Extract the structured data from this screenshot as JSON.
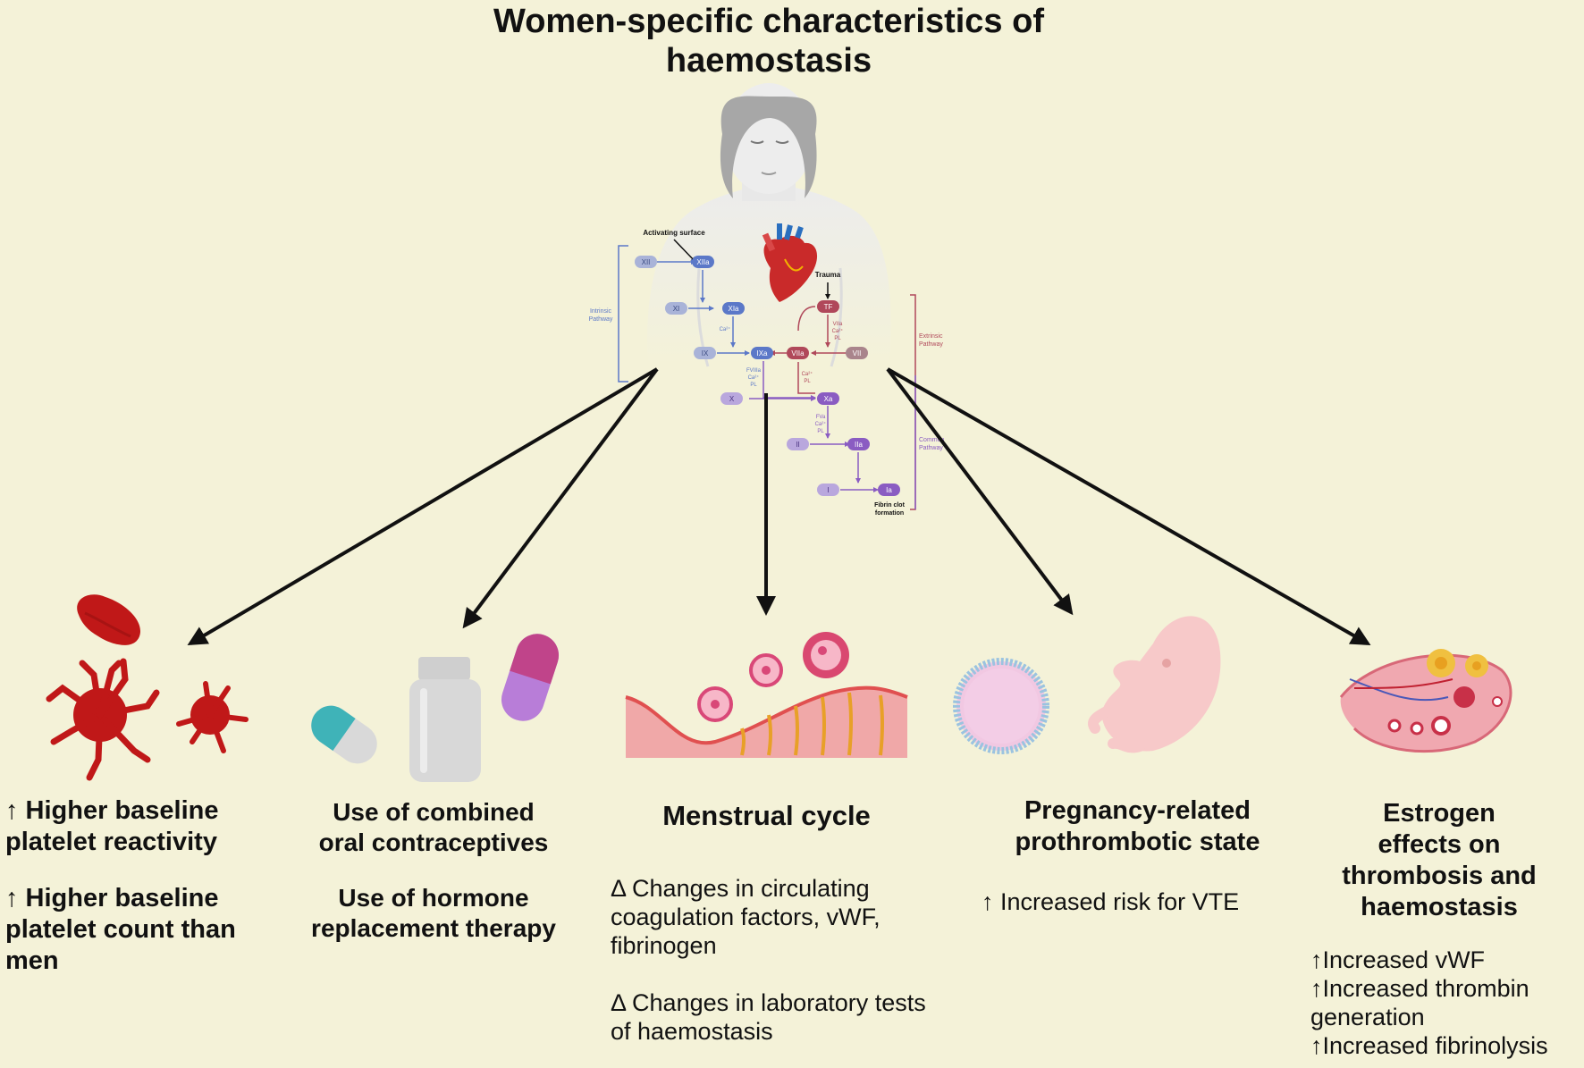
{
  "title_line1": "Women-specific characteristics of",
  "title_line2": "haemostasis",
  "cascade": {
    "activating_surface": "Activating surface",
    "trauma": "Trauma",
    "intrinsic_line1": "Intrinsic",
    "intrinsic_line2": "Pathway",
    "extrinsic_line1": "Extrinsic",
    "extrinsic_line2": "Pathway",
    "common_line1": "Common",
    "common_line2": "Pathway",
    "fibrin_line1": "Fibrin clot",
    "fibrin_line2": "formation",
    "factors": {
      "XII": "XII",
      "XIIa": "XIIa",
      "XI": "XI",
      "XIa": "XIa",
      "IX": "IX",
      "IXa": "IXa",
      "TF": "TF",
      "VIIa": "VIIa",
      "VII": "VII",
      "X": "X",
      "Xa": "Xa",
      "II": "II",
      "IIa": "IIa",
      "I": "I",
      "Ia": "Ia"
    },
    "cofactors": {
      "ca": "Ca²⁺",
      "fviiia": "FVIIIa",
      "ca_b": "Ca²⁺",
      "pl_b": "PL",
      "viia_c": "VIIa",
      "ca_c": "Ca²⁺",
      "pl_c": "PL",
      "ca_d": "Ca²⁺",
      "pl_d": "PL",
      "fva": "FVa",
      "ca_e": "Ca²⁺",
      "pl_e": "PL"
    }
  },
  "sections": {
    "platelets": {
      "line1": "↑  Higher baseline",
      "line2": "platelet reactivity",
      "line3": "↑ Higher baseline",
      "line4": "platelet count than",
      "line5": "men"
    },
    "contraceptives": {
      "line1": "Use of combined",
      "line2": "oral contraceptives",
      "line3": "Use of hormone",
      "line4": "replacement therapy"
    },
    "menstrual": {
      "heading": "Menstrual cycle",
      "b1_line1": "Δ Changes in circulating",
      "b1_line2": "coagulation factors, vWF,",
      "b1_line3": "fibrinogen",
      "b2_line1": "Δ Changes in laboratory tests",
      "b2_line2": "of haemostasis"
    },
    "pregnancy": {
      "line1": "Pregnancy-related",
      "line2": "prothrombotic state",
      "bullet": "↑  Increased risk for VTE"
    },
    "estrogen": {
      "line1": "Estrogen",
      "line2": "effects on",
      "line3": "thrombosis and",
      "line4": "haemostasis",
      "b1": "↑Increased vWF",
      "b2_line1": "↑Increased thrombin",
      "b2_line2": "generation",
      "b3": "↑Increased fibrinolysis"
    }
  },
  "colors": {
    "background": "#f4f2d8",
    "intrinsic": "#5b78c8",
    "extrinsic": "#b0485a",
    "common": "#8a5cc2",
    "platelet": "#c01818"
  }
}
